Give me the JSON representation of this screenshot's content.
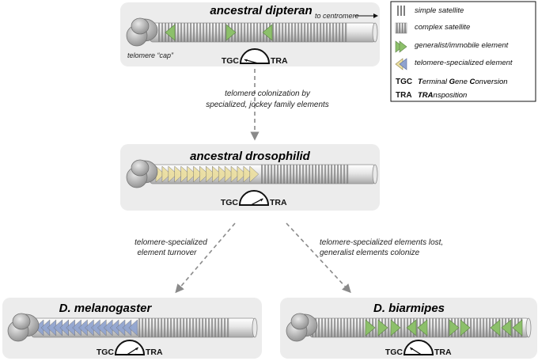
{
  "panels": {
    "dipteran": {
      "title": "ancestral dipteran",
      "cap_label": "telomere “cap”",
      "centromere_label": "to centromere"
    },
    "drosophilid": {
      "title": "ancestral drosophilid"
    },
    "melanogaster": {
      "title": "D. melanogaster"
    },
    "biarmipes": {
      "title": "D. biarmipes"
    }
  },
  "gauge": {
    "left": "TGC",
    "right": "TRA"
  },
  "arrows": {
    "colonization": [
      "telomere colonization by",
      "specialized, jockey family elements"
    ],
    "turnover": [
      "telomere-specialized",
      "element turnover"
    ],
    "lost": [
      "telomere-specialized elements lost,",
      "generalist elements colonize"
    ]
  },
  "legend": {
    "items": [
      {
        "key": "simple",
        "label": "simple satellite"
      },
      {
        "key": "complex",
        "label": "complex satellite"
      },
      {
        "key": "generalist",
        "label": "generalist/immobile element"
      },
      {
        "key": "specialized",
        "label": "telomere-specialized element"
      }
    ],
    "tgc": {
      "abbr": "TGC",
      "parts": [
        [
          "T",
          "b"
        ],
        [
          "erminal ",
          "i"
        ],
        [
          "G",
          "b"
        ],
        [
          "ene ",
          "i"
        ],
        [
          "C",
          "b"
        ],
        [
          "onversion",
          "i"
        ]
      ]
    },
    "tra": {
      "abbr": "TRA",
      "parts": [
        [
          "TRA",
          "b"
        ],
        [
          "nsposition",
          "i"
        ]
      ]
    }
  },
  "colors": {
    "panel": "#ececec",
    "rod": "#e4e4e4",
    "satellite": "#7f7f7f",
    "generalist": "#8cc06a",
    "specialized_yellow": "#ecdfa0",
    "specialized_blue": "#8fa3cf",
    "arrow": "#8a8a8a"
  }
}
